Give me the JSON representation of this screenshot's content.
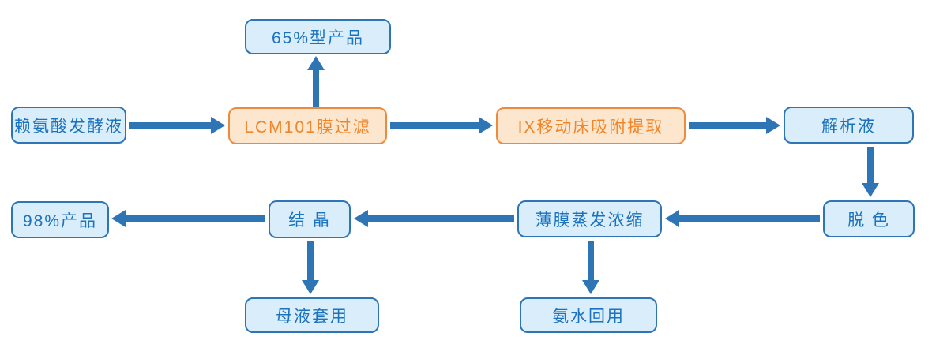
{
  "diagram": {
    "type": "flowchart",
    "colors": {
      "arrow": "#2e75b6",
      "blue_node_fill": "#d9eefa",
      "blue_node_border": "#2e75b6",
      "blue_node_text": "#1b72be",
      "orange_node_fill": "#fce6cd",
      "orange_node_border": "#ee8a3d",
      "orange_node_text": "#f0862b"
    },
    "nodes": {
      "fermentation_broth": {
        "label": "赖氨酸发酵液",
        "style": "blue"
      },
      "product_65": {
        "label": "65%型产品",
        "style": "blue"
      },
      "lcm101_membrane_filtration": {
        "label": "LCM101膜过滤",
        "style": "orange"
      },
      "ix_moving_bed_adsorption": {
        "label": "IX移动床吸附提取",
        "style": "orange"
      },
      "desorption_liquid": {
        "label": "解析液",
        "style": "blue"
      },
      "decolorization": {
        "label": "脱 色",
        "style": "blue"
      },
      "thin_film_evaporation": {
        "label": "薄膜蒸发浓缩",
        "style": "blue"
      },
      "crystallization": {
        "label": "结 晶",
        "style": "blue"
      },
      "product_98": {
        "label": "98%产品",
        "style": "blue"
      },
      "mother_liquor_reuse": {
        "label": "母液套用",
        "style": "blue"
      },
      "ammonia_water_recycle": {
        "label": "氨水回用",
        "style": "blue"
      }
    },
    "edges": [
      {
        "from": "赖氨酸发酵液",
        "to": "LCM101膜过滤",
        "direction": "right"
      },
      {
        "from": "LCM101膜过滤",
        "to": "65%型产品",
        "direction": "up"
      },
      {
        "from": "LCM101膜过滤",
        "to": "IX移动床吸附提取",
        "direction": "right"
      },
      {
        "from": "IX移动床吸附提取",
        "to": "解析液",
        "direction": "right"
      },
      {
        "from": "解析液",
        "to": "脱 色",
        "direction": "down"
      },
      {
        "from": "脱 色",
        "to": "薄膜蒸发浓缩",
        "direction": "left"
      },
      {
        "from": "薄膜蒸发浓缩",
        "to": "结 晶",
        "direction": "left"
      },
      {
        "from": "结 晶",
        "to": "98%产品",
        "direction": "left"
      },
      {
        "from": "结 晶",
        "to": "母液套用",
        "direction": "down"
      },
      {
        "from": "薄膜蒸发浓缩",
        "to": "氨水回用",
        "direction": "down"
      }
    ]
  }
}
